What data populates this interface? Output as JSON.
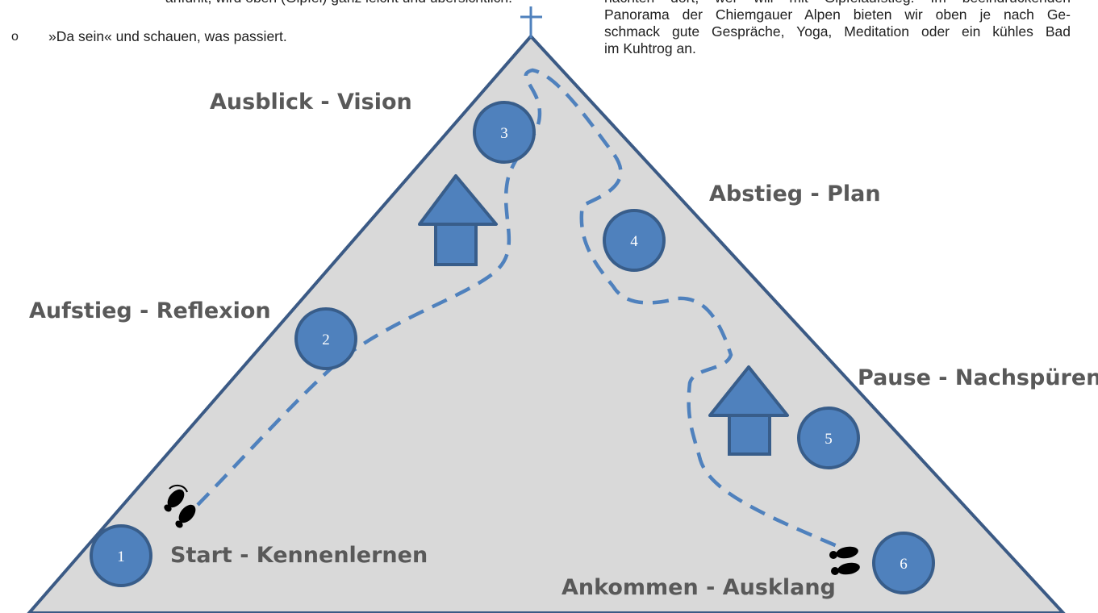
{
  "text_left": {
    "line1": "anfühlt, wird oben (Gipfel) ganz leicht und übersichtlich.",
    "bullet_symbol": "o",
    "bullet_text": "»Da sein« und schauen, was passiert."
  },
  "text_right": {
    "line1": "nächten dort, wer will mit Gipfelaufstieg. Im beeindruckenden",
    "line2": "Panorama der Chiemgauer Alpen bieten wir oben je nach Ge-",
    "line3": "schmack gute Gespräche, Yoga, Meditation oder ein kühles Bad",
    "line4": "im Kuhtrog an."
  },
  "stages": [
    {
      "number": "1",
      "label": "Start - Kennenlernen"
    },
    {
      "number": "2",
      "label": "Aufstieg - Reflexion"
    },
    {
      "number": "3",
      "label": "Ausblick - Vision"
    },
    {
      "number": "4",
      "label": "Abstieg - Plan"
    },
    {
      "number": "5",
      "label": "Pause - Nachspüren"
    },
    {
      "number": "6",
      "label": "Ankommen - Ausklang"
    }
  ],
  "colors": {
    "mountain_fill": "#d9d9d9",
    "mountain_outline": "#3b5a85",
    "circle_fill": "#4f81bd",
    "circle_stroke": "#385d8a",
    "path_dash": "#4f81bd",
    "label_text": "#595959",
    "footprint": "#000000"
  },
  "icons": {
    "summit": "cross-icon",
    "up_arrow": "up-arrow-icon",
    "start_footprints": "footprints-icon",
    "end_footprints": "footprints-icon"
  }
}
